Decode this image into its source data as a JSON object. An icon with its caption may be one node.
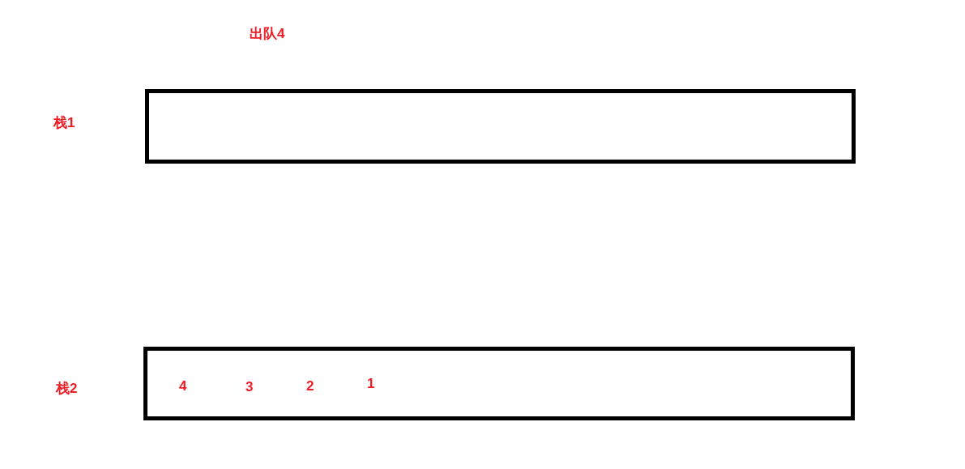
{
  "diagram": {
    "nodes": [
      {
        "text": [],
        "shape": "box"
      },
      {
        "text": [
          "4",
          "3",
          "2",
          "1"
        ]
      }
    ],
    "edges": [],
    "labels": [
      "出队4",
      "栈1",
      "栈2"
    ]
  }
}
